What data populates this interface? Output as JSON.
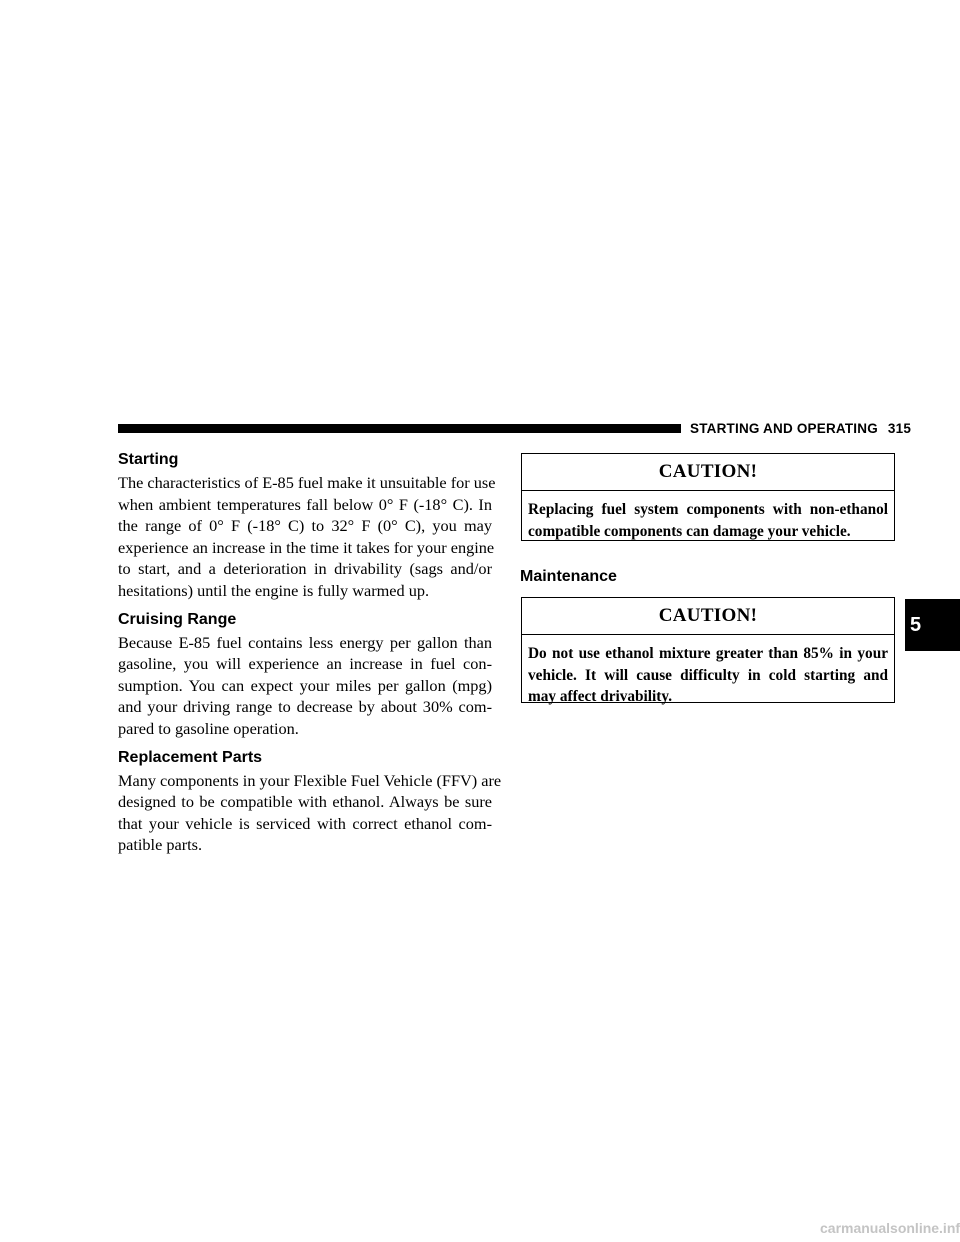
{
  "header": {
    "section_title": "STARTING AND OPERATING",
    "page_number": "315"
  },
  "chapter_tab": "5",
  "sections": {
    "starting": {
      "heading": "Starting",
      "lines": [
        "The characteristics of E-85 fuel make it unsuitable for use",
        "when ambient temperatures fall below 0° F (-18° C). In",
        "the range of 0° F (-18° C) to 32° F (0° C), you may",
        "experience an increase in the time it takes for your engine",
        "to start, and a deterioration in drivability (sags and/or",
        "hesitations) until the engine is fully warmed up."
      ]
    },
    "cruising": {
      "heading": "Cruising Range",
      "lines": [
        "Because E-85 fuel contains less energy per gallon than",
        "gasoline, you will experience an increase in fuel con-",
        "sumption. You can expect your miles per gallon (mpg)",
        "and your driving range to decrease by about 30% com-",
        "pared to gasoline operation."
      ]
    },
    "replacement": {
      "heading": "Replacement Parts",
      "lines": [
        "Many components in your Flexible Fuel Vehicle (FFV) are",
        "designed to be compatible with ethanol. Always be sure",
        "that your vehicle is serviced with correct ethanol com-",
        "patible parts."
      ]
    }
  },
  "caution1": {
    "title": "CAUTION!",
    "lines": [
      "Replacing fuel system components with non-ethanol",
      "compatible components can damage your vehicle."
    ]
  },
  "maintenance": {
    "heading": "Maintenance"
  },
  "caution2": {
    "title": "CAUTION!",
    "lines": [
      "Do not use ethanol mixture greater than 85% in your",
      "vehicle. It will cause difficulty in cold starting and",
      "may affect drivability."
    ]
  },
  "watermark": "carmanualsonline.info"
}
